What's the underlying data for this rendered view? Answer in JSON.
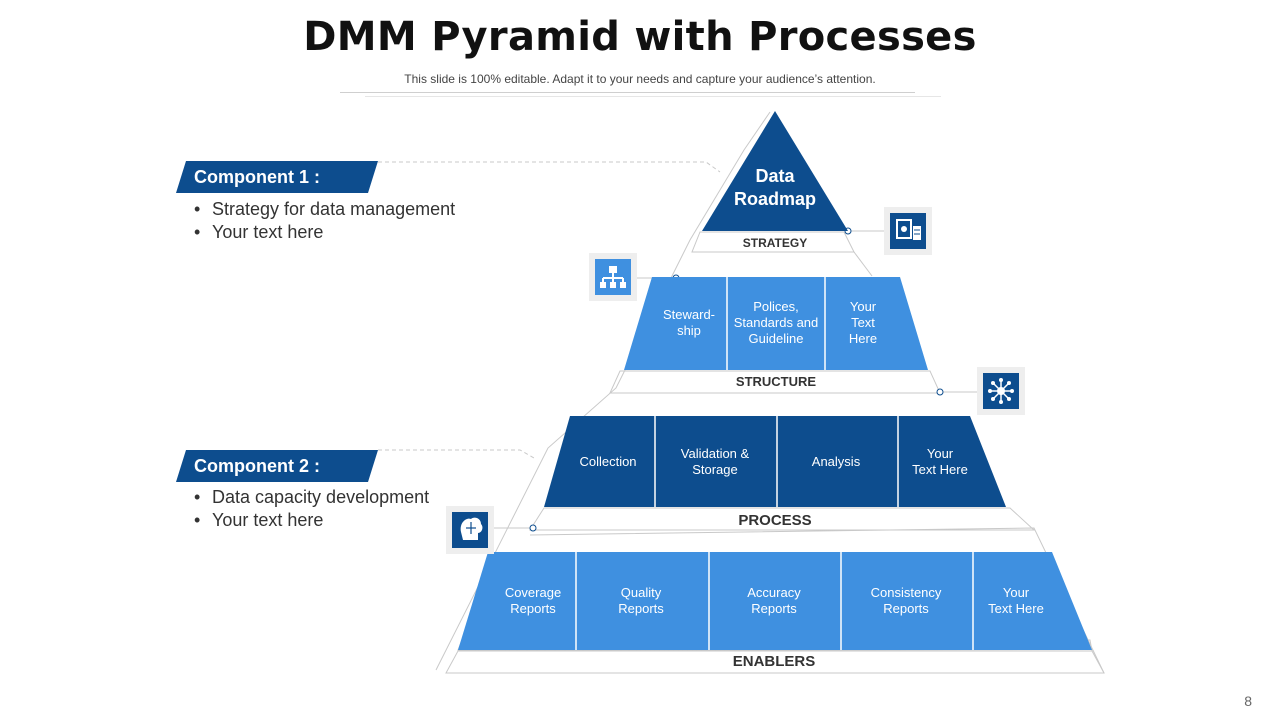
{
  "slide": {
    "title": "DMM Pyramid with Processes",
    "subtitle": "This slide is 100% editable. Adapt it to your needs and capture your audience’s attention.",
    "page_number": "8"
  },
  "components": [
    {
      "label": "Component 1 :",
      "bullets": [
        "Strategy for data management",
        "Your text here"
      ]
    },
    {
      "label": "Component 2 :",
      "bullets": [
        "Data capacity development",
        "Your text here"
      ]
    }
  ],
  "pyramid": {
    "apex": "Data Roadmap",
    "tiers": [
      {
        "label": "STRATEGY",
        "cells": []
      },
      {
        "label": "STRUCTURE",
        "cells": [
          "Steward-ship",
          "Polices, Standards and Guideline",
          "Your Text Here"
        ]
      },
      {
        "label": "PROCESS",
        "cells": [
          "Collection",
          "Validation & Storage",
          "Analysis",
          "Your Text Here"
        ]
      },
      {
        "label": "ENABLERS",
        "cells": [
          "Coverage Reports",
          "Quality Reports",
          "Accuracy Reports",
          "Consistency Reports",
          "Your Text Here"
        ]
      }
    ]
  },
  "icons": [
    "roadmap-icon",
    "hierarchy-icon",
    "network-icon",
    "brain-icon"
  ],
  "colors": {
    "dark_blue": "#0d4d8e",
    "light_blue": "#3f90e0",
    "outline": "#c9c9c9"
  }
}
